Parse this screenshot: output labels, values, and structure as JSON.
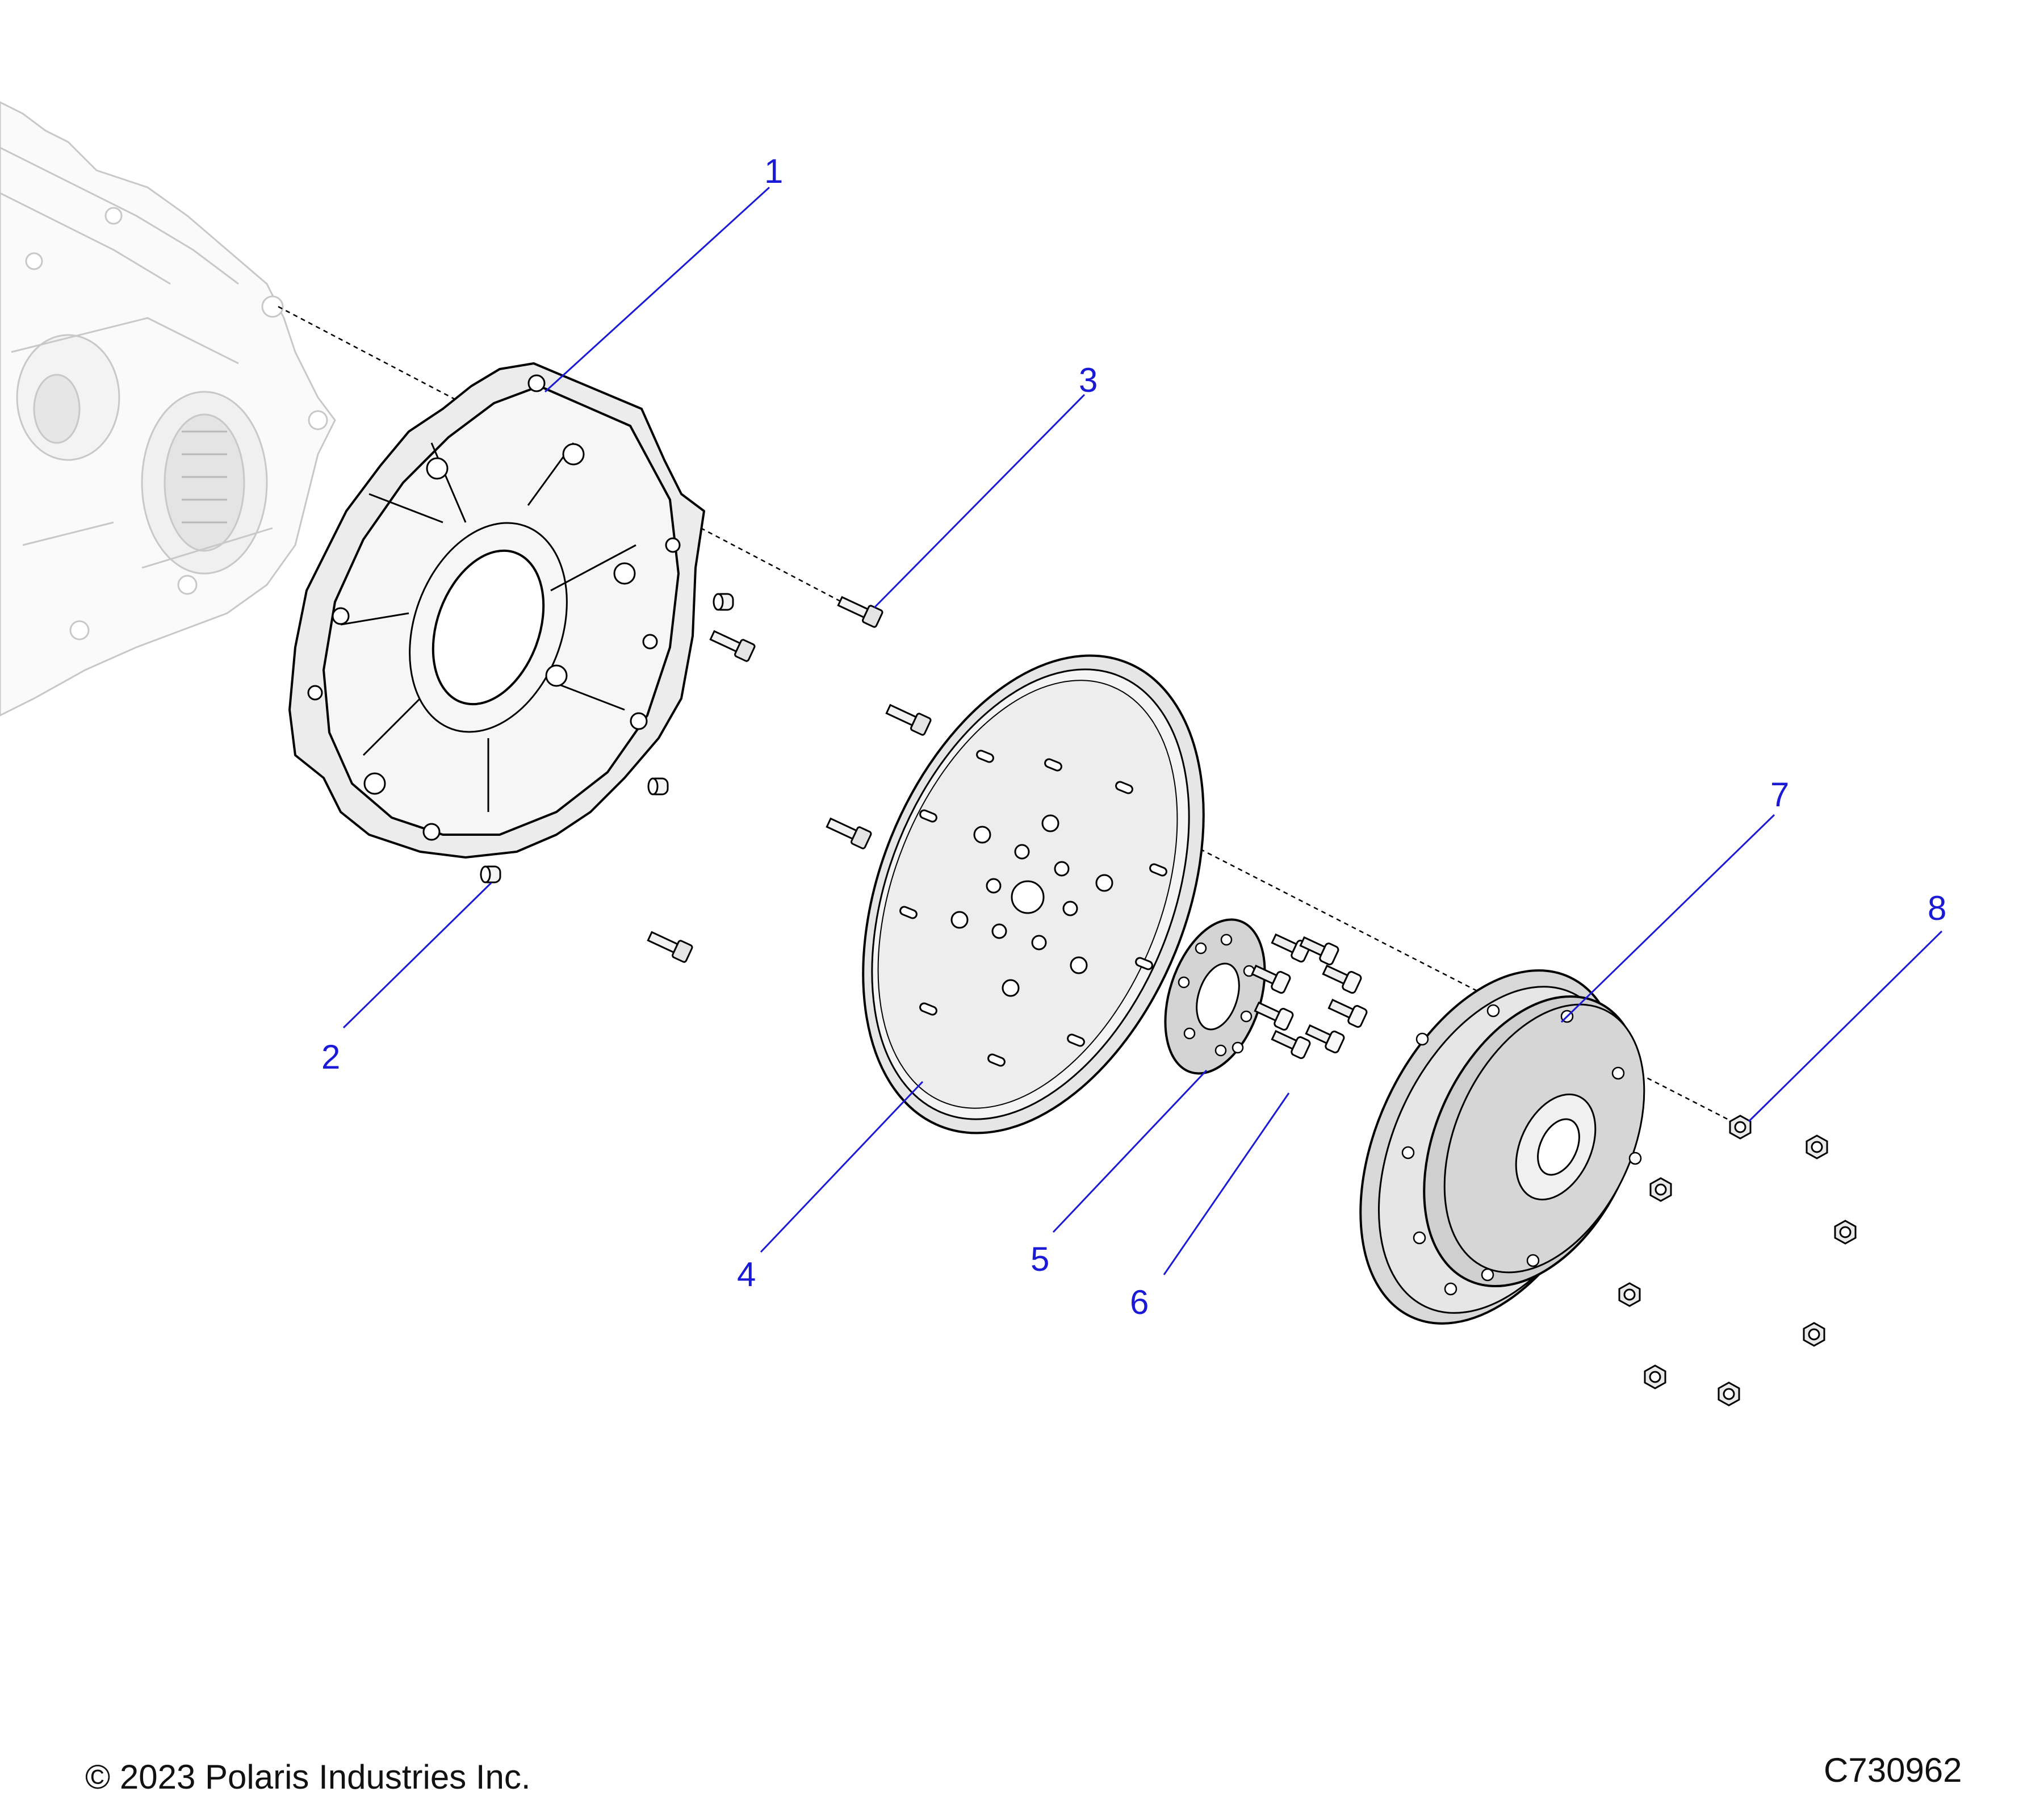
{
  "callouts": [
    {
      "number": "1"
    },
    {
      "number": "2"
    },
    {
      "number": "3"
    },
    {
      "number": "4"
    },
    {
      "number": "5"
    },
    {
      "number": "6"
    },
    {
      "number": "7"
    },
    {
      "number": "8"
    }
  ],
  "footer": {
    "copyright": "© 2023 Polaris Industries Inc.",
    "figure_id": "C730962"
  },
  "colors": {
    "callout": "#1a1ad6",
    "line_art": "#000000",
    "part_fill_light": "#f2f2f2",
    "part_fill_mid": "#dcdcdc",
    "ghost_engine": "#c8c8c8"
  }
}
